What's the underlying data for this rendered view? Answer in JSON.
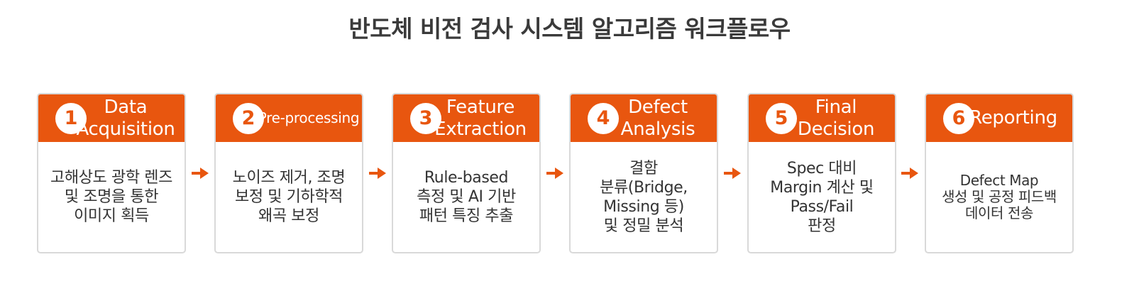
{
  "title": "반도체 비전 검사 시스템 알고리즘 워크플로우",
  "colors": {
    "accent": "#e8560f",
    "card_border": "#d9d9d9",
    "text": "#333333",
    "title": "#3a3a3a"
  },
  "steps": [
    {
      "number": "1",
      "title": "Data\nAcquisition",
      "description": "고해상도 광학 렌즈\n및 조명을 통한\n이미지 획득"
    },
    {
      "number": "2",
      "title": "Pre-processing",
      "description": "노이즈 제거, 조명\n보정 및 기하학적\n왜곡 보정"
    },
    {
      "number": "3",
      "title": "Feature\nExtraction",
      "description": "Rule-based\n측정 및 AI 기반\n패턴 특징 추출"
    },
    {
      "number": "4",
      "title": "Defect\nAnalysis",
      "description": "결함\n분류(Bridge,\nMissing 등)\n및 정밀 분석"
    },
    {
      "number": "5",
      "title": "Final\nDecision",
      "description": "Spec 대비\nMargin 계산 및\nPass/Fail\n판정"
    },
    {
      "number": "6",
      "title": "Reporting",
      "description": "Defect Map\n생성 및 공정 피드백\n데이터 전송"
    }
  ],
  "connector_icon": "arrow-right-icon"
}
